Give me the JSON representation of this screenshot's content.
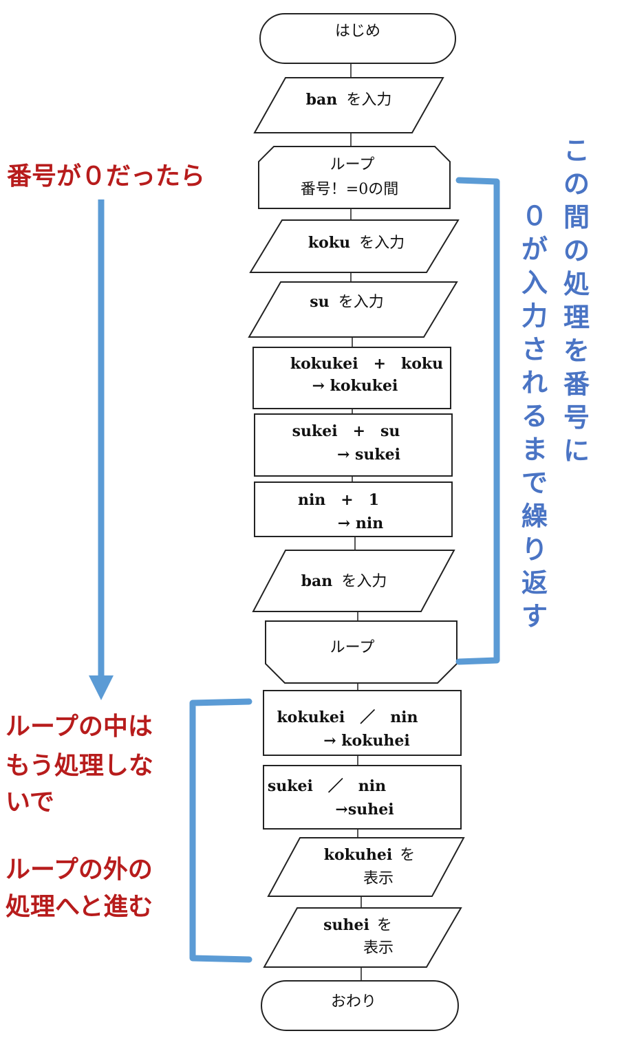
{
  "nodes": {
    "start": {
      "text": "はじめ"
    },
    "input_ban_1": {
      "var": "ban",
      "text": "を入力"
    },
    "loop_start": {
      "line1": "ループ",
      "line2": "番号！=0の間"
    },
    "input_koku": {
      "var": "koku",
      "text": "を入力"
    },
    "input_su": {
      "var": "su",
      "text": "を入力"
    },
    "proc_kokukei": {
      "line1": "kokukei　+　koku",
      "line2": "→ kokukei"
    },
    "proc_sukei": {
      "line1": "sukei　+　su",
      "line2": "→ sukei"
    },
    "proc_nin": {
      "line1": "nin　+　1",
      "line2": "→ nin"
    },
    "input_ban_2": {
      "var": "ban",
      "text": "を入力"
    },
    "loop_end": {
      "text": "ループ"
    },
    "proc_kokuhei": {
      "line1": "kokukei　／　nin",
      "line2": "→ kokuhei"
    },
    "proc_suhei": {
      "line1": "sukei　／　nin",
      "line2": "→suhei"
    },
    "output_kokuhei": {
      "var": "kokuhei",
      "text": "を",
      "line2": "表示"
    },
    "output_suhei": {
      "var": "suhei",
      "text": "を",
      "line2": "表示"
    },
    "end": {
      "text": "おわり"
    }
  },
  "annotations": {
    "top_left": "番号が０だったら",
    "loop_skip": [
      "ループの中は",
      "もう処理しな",
      "いで"
    ],
    "loop_exit": [
      "ループの外の",
      "処理へと進む"
    ],
    "vertical_right": [
      "この間の処理を番号に",
      "０が入力されるまで繰り返す"
    ]
  },
  "colors": {
    "annotation_red": "#b71c1c",
    "annotation_blue": "#4a74c4",
    "bracket_blue": "#5b9bd5"
  }
}
